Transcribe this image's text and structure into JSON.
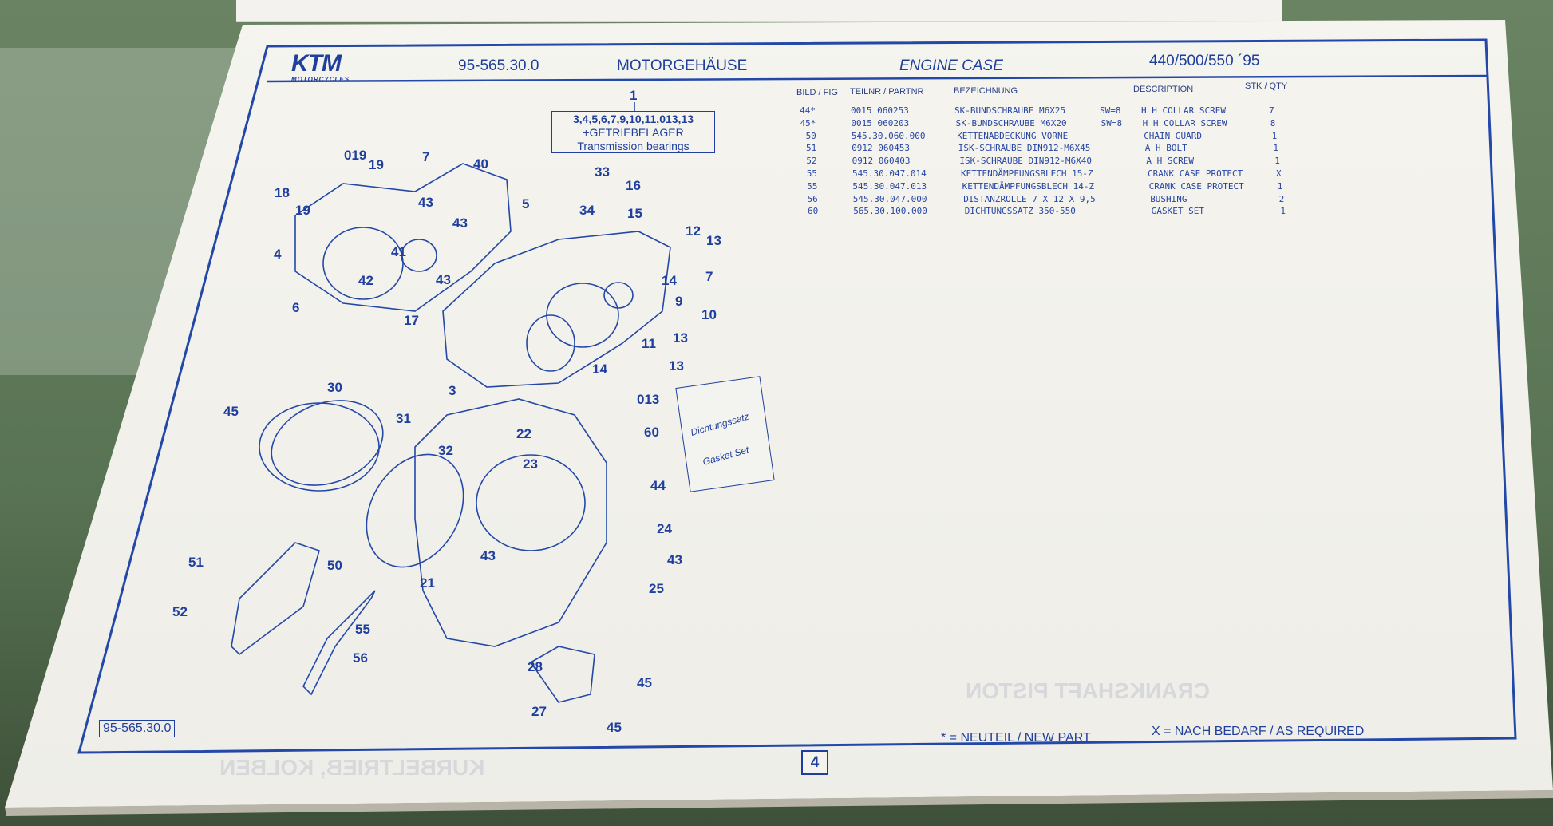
{
  "header": {
    "brand": "KTM",
    "brand_sub": "MOTORCYCLES",
    "catalog_code": "95-565.30.0",
    "title_de": "MOTORGEHÄUSE",
    "title_en": "ENGINE CASE",
    "models": "440/500/550 ´95"
  },
  "table": {
    "columns": [
      "BILD / FIG",
      "TEILNR / PARTNR",
      "BEZEICHNUNG",
      "DESCRIPTION",
      "STK / QTY"
    ],
    "rows": [
      {
        "fig": "44*",
        "partnr": "0015 060253",
        "bez": "SK-BUNDSCHRAUBE M6X25",
        "sw": "SW=8",
        "desc": "H H COLLAR SCREW",
        "qty": "7"
      },
      {
        "fig": "45*",
        "partnr": "0015 060203",
        "bez": "SK-BUNDSCHRAUBE M6X20",
        "sw": "SW=8",
        "desc": "H H COLLAR SCREW",
        "qty": "8"
      },
      {
        "fig": "50",
        "partnr": "545.30.060.000",
        "bez": "KETTENABDECKUNG  VORNE",
        "sw": "",
        "desc": "CHAIN GUARD",
        "qty": "1"
      },
      {
        "fig": "51",
        "partnr": "0912 060453",
        "bez": "ISK-SCHRAUBE DIN912-M6X45",
        "sw": "",
        "desc": "A H BOLT",
        "qty": "1"
      },
      {
        "fig": "52",
        "partnr": "0912 060403",
        "bez": "ISK-SCHRAUBE DIN912-M6X40",
        "sw": "",
        "desc": "A H SCREW",
        "qty": "1"
      },
      {
        "fig": "55",
        "partnr": "545.30.047.014",
        "bez": "KETTENDÄMPFUNGSBLECH 15-Z",
        "sw": "",
        "desc": "CRANK CASE PROTECT",
        "qty": "X"
      },
      {
        "fig": "55",
        "partnr": "545.30.047.013",
        "bez": "KETTENDÄMPFUNGSBLECH 14-Z",
        "sw": "",
        "desc": "CRANK CASE PROTECT",
        "qty": "1"
      },
      {
        "fig": "56",
        "partnr": "545.30.047.000",
        "bez": "DISTANZROLLE  7 X 12 X 9,5",
        "sw": "",
        "desc": "BUSHING",
        "qty": "2"
      },
      {
        "fig": "60",
        "partnr": "565.30.100.000",
        "bez": "DICHTUNGSSATZ 350-550",
        "sw": "",
        "desc": "GASKET SET",
        "qty": "1"
      }
    ]
  },
  "diagram": {
    "callout_number": "1",
    "callout_lines": [
      "3,4,5,6,7,9,10,11,013,13",
      "+GETRIEBELAGER",
      "Transmission bearings"
    ],
    "gasket_bag": [
      "Dichtungssatz",
      "Gasket Set"
    ],
    "labels": [
      "019",
      "19",
      "18",
      "19",
      "7",
      "40",
      "43",
      "43",
      "5",
      "4",
      "41",
      "42",
      "43",
      "6",
      "33",
      "16",
      "34",
      "15",
      "12",
      "13",
      "7",
      "14",
      "9",
      "10",
      "17",
      "11",
      "13",
      "13",
      "14",
      "3",
      "013",
      "30",
      "45",
      "31",
      "22",
      "60",
      "23",
      "32",
      "44",
      "24",
      "43",
      "43",
      "51",
      "50",
      "21",
      "25",
      "52",
      "55",
      "56",
      "28",
      "45",
      "27",
      "45"
    ]
  },
  "footer": {
    "code": "95-565.30.0",
    "page_number": "4",
    "note_new": "* = NEUTEIL / NEW PART",
    "note_required": "X = NACH BEDARF / AS REQUIRED"
  },
  "colors": {
    "ink": "#1f3f9e",
    "paper": "#f3f2ed",
    "table_green": "#5f7a5a"
  }
}
